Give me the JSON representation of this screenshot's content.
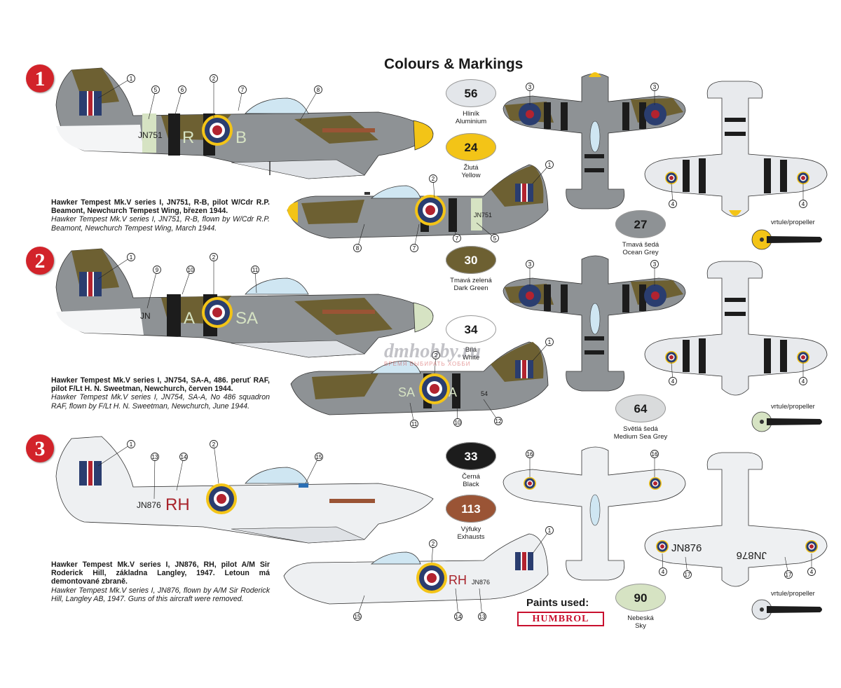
{
  "title": "Colours & Markings",
  "badges": [
    "1",
    "2",
    "3"
  ],
  "profiles": [
    {
      "serial": "JN751",
      "code_left": "R",
      "code_right": "B",
      "desc_cz": "Hawker Tempest Mk.V series I, JN751, R-B, pilot W/Cdr R.P. Beamont, Newchurch Tempest Wing, březen 1944.",
      "desc_en": "Hawker Tempest Mk.V series I, JN751, R-B, flown by W/Cdr R.P. Beamont, Newchurch Tempest Wing, March 1944.",
      "side1_callouts": [
        "1",
        "5",
        "6",
        "2",
        "7",
        "8"
      ],
      "side2_callouts": [
        "1",
        "2",
        "8",
        "7",
        "7",
        "5"
      ],
      "side2_serial": "JN751"
    },
    {
      "serial": "JN",
      "code_left": "A",
      "code_right": "SA",
      "desc_cz": "Hawker Tempest Mk.V series I, JN754, SA-A, 486. peruť RAF, pilot  F/Lt H. N. Sweetman, Newchurch, červen 1944.",
      "desc_en": "Hawker Tempest Mk.V series I, JN754, SA-A, No 486 squadron RAF, flown by F/Lt H. N. Sweetman, Newchurch, June 1944.",
      "side1_callouts": [
        "1",
        "9",
        "10",
        "2",
        "11"
      ],
      "side2_callouts": [
        "1",
        "2",
        "11",
        "10",
        "12"
      ],
      "side2_serial": "54",
      "side2_code": "SA",
      "side2_letter": "A"
    },
    {
      "serial": "JN876",
      "code_left": "",
      "code_right": "RH",
      "desc_cz": "Hawker Tempest Mk.V series I, JN876, RH,  pilot  A/M Sir Roderick Hill, základna Langley, 1947. Letoun má demontované zbraně.",
      "desc_en": "Hawker Tempest Mk.V series I, JN876, flown by A/M Sir Roderick Hill, Langley AB, 1947. Guns of this aircraft were removed.",
      "side1_callouts": [
        "1",
        "13",
        "14",
        "2",
        "15"
      ],
      "side2_callouts": [
        "1",
        "2",
        "15",
        "14",
        "13"
      ],
      "side2_serial": "JN876",
      "side2_code": "RH"
    }
  ],
  "plan_callouts": {
    "top": [
      "3",
      "3",
      "3",
      "3",
      "16",
      "16"
    ],
    "bottom": [
      "4",
      "4",
      "4",
      "4",
      "4",
      "17",
      "17",
      "4"
    ],
    "bottom_serials": [
      "JN876",
      "JN876"
    ]
  },
  "swatches": [
    {
      "num": "56",
      "cz": "Hliník",
      "en": "Aluminium",
      "color": "#e3e6ea",
      "text_color": "#1a1a1a"
    },
    {
      "num": "24",
      "cz": "Žlutá",
      "en": "Yellow",
      "color": "#f3c417",
      "text_color": "#1a1a1a"
    },
    {
      "num": "27",
      "cz": "Tmavá šedá",
      "en": "Ocean Grey",
      "color": "#8e9295",
      "text_color": "#1a1a1a"
    },
    {
      "num": "30",
      "cz": "Tmavá zelená",
      "en": "Dark Green",
      "color": "#6d6032",
      "text_color": "#ffffff"
    },
    {
      "num": "34",
      "cz": "Bílá",
      "en": "White",
      "color": "#ffffff",
      "text_color": "#1a1a1a"
    },
    {
      "num": "64",
      "cz": "Světlá šedá",
      "en": "Medium Sea Grey",
      "color": "#d9dbdc",
      "text_color": "#1a1a1a"
    },
    {
      "num": "33",
      "cz": "Černá",
      "en": "Black",
      "color": "#1c1c1c",
      "text_color": "#ffffff"
    },
    {
      "num": "113",
      "cz": "Výfuky",
      "en": "Exhausts",
      "color": "#9a5435",
      "text_color": "#ffffff"
    },
    {
      "num": "90",
      "cz": "Nebeská",
      "en": "Sky",
      "color": "#d6e3c3",
      "text_color": "#1a1a1a"
    }
  ],
  "propeller_label": "vrtule/propeller",
  "paints_used": "Paints used:",
  "brand": "HUMBROL",
  "watermark": "dmhobby.ru",
  "watermark_sub": "ВРЕМЯ ВЫБИРАТЬ ХОББИ",
  "colors": {
    "ocean_grey": "#8e9295",
    "dark_green": "#6d6032",
    "sky": "#d6e3c3",
    "aluminium": "#dfe2e6",
    "yellow": "#f3c417",
    "roundel_blue": "#2a3d6f",
    "roundel_red": "#b2232f",
    "code_red": "#a8232b",
    "black": "#1c1c1c"
  }
}
